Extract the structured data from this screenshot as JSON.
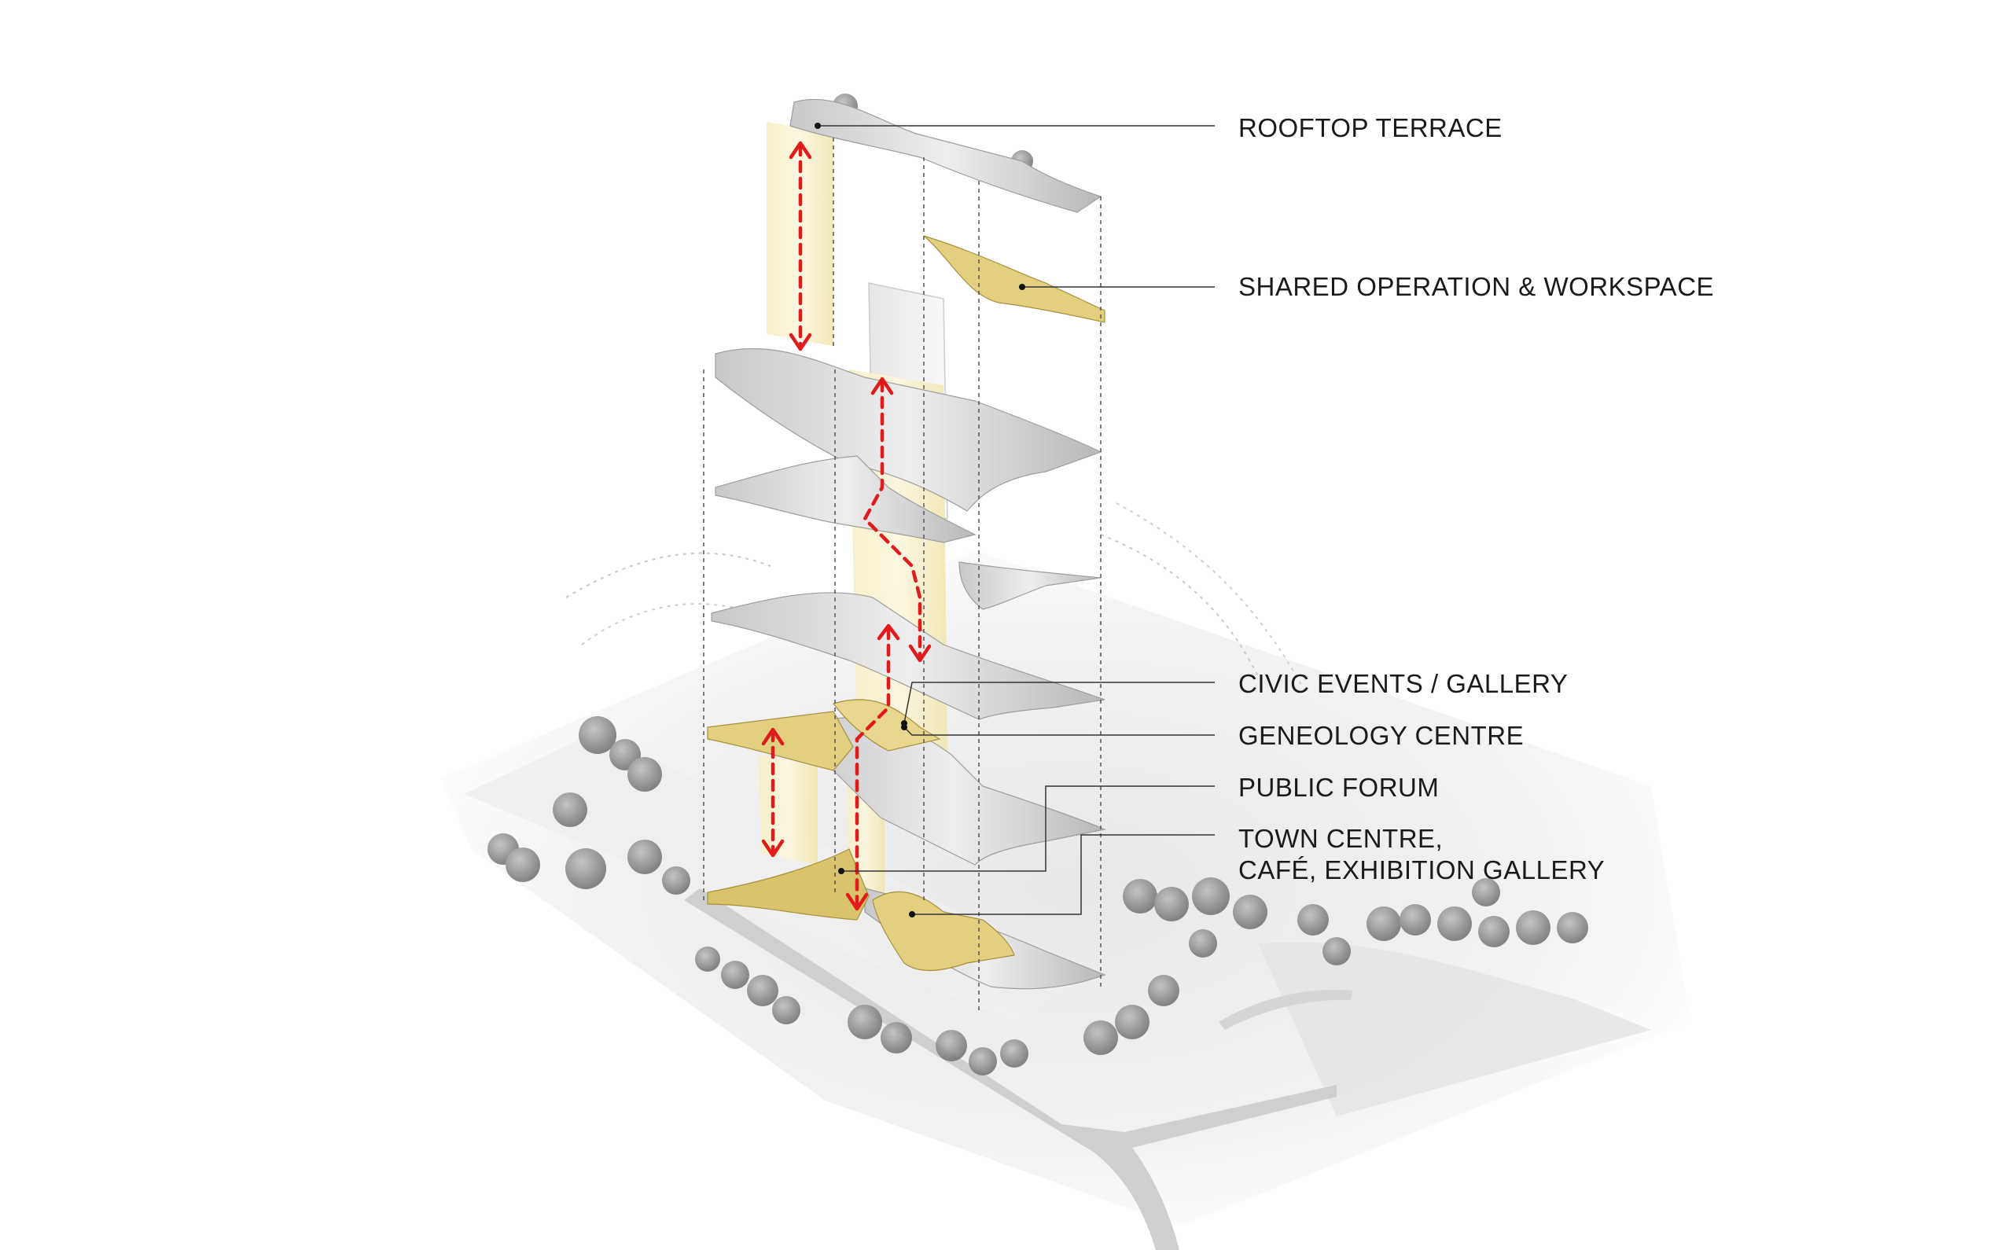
{
  "labels": {
    "rooftop": "ROOFTOP TERRACE",
    "shared": "SHARED OPERATION & WORKSPACE",
    "civic": "CIVIC EVENTS / GALLERY",
    "geneology": "GENEOLOGY CENTRE",
    "forum": "PUBLIC FORUM",
    "town_line1": "TOWN CENTRE,",
    "town_line2": "CAFÉ, EXHIBITION GALLERY"
  },
  "colors": {
    "program_yellow": "#e7d68e",
    "program_yellow_dark": "#c9b25a",
    "circulation_red": "#e01b1b",
    "slab_grey": "#d4d4d4",
    "leader_line": "#333333"
  }
}
